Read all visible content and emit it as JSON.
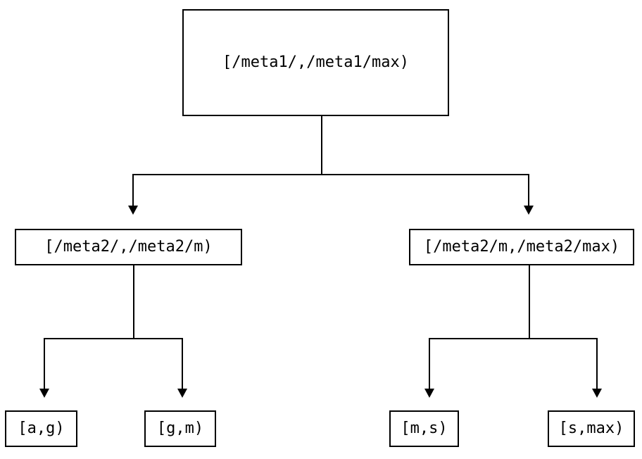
{
  "tree": {
    "root": {
      "label": "[/meta1/,/meta1/max)",
      "children": [
        {
          "label": "[/meta2/,/meta2/m)",
          "children": [
            {
              "label": "[a,g)"
            },
            {
              "label": "[g,m)"
            }
          ]
        },
        {
          "label": "[/meta2/m,/meta2/max)",
          "children": [
            {
              "label": "[m,s)"
            },
            {
              "label": "[s,max)"
            }
          ]
        }
      ]
    }
  },
  "colors": {
    "background": "#ffffff",
    "box_border": "#000000",
    "line": "#000000",
    "text": "#000000",
    "arrowhead": "#000000"
  }
}
